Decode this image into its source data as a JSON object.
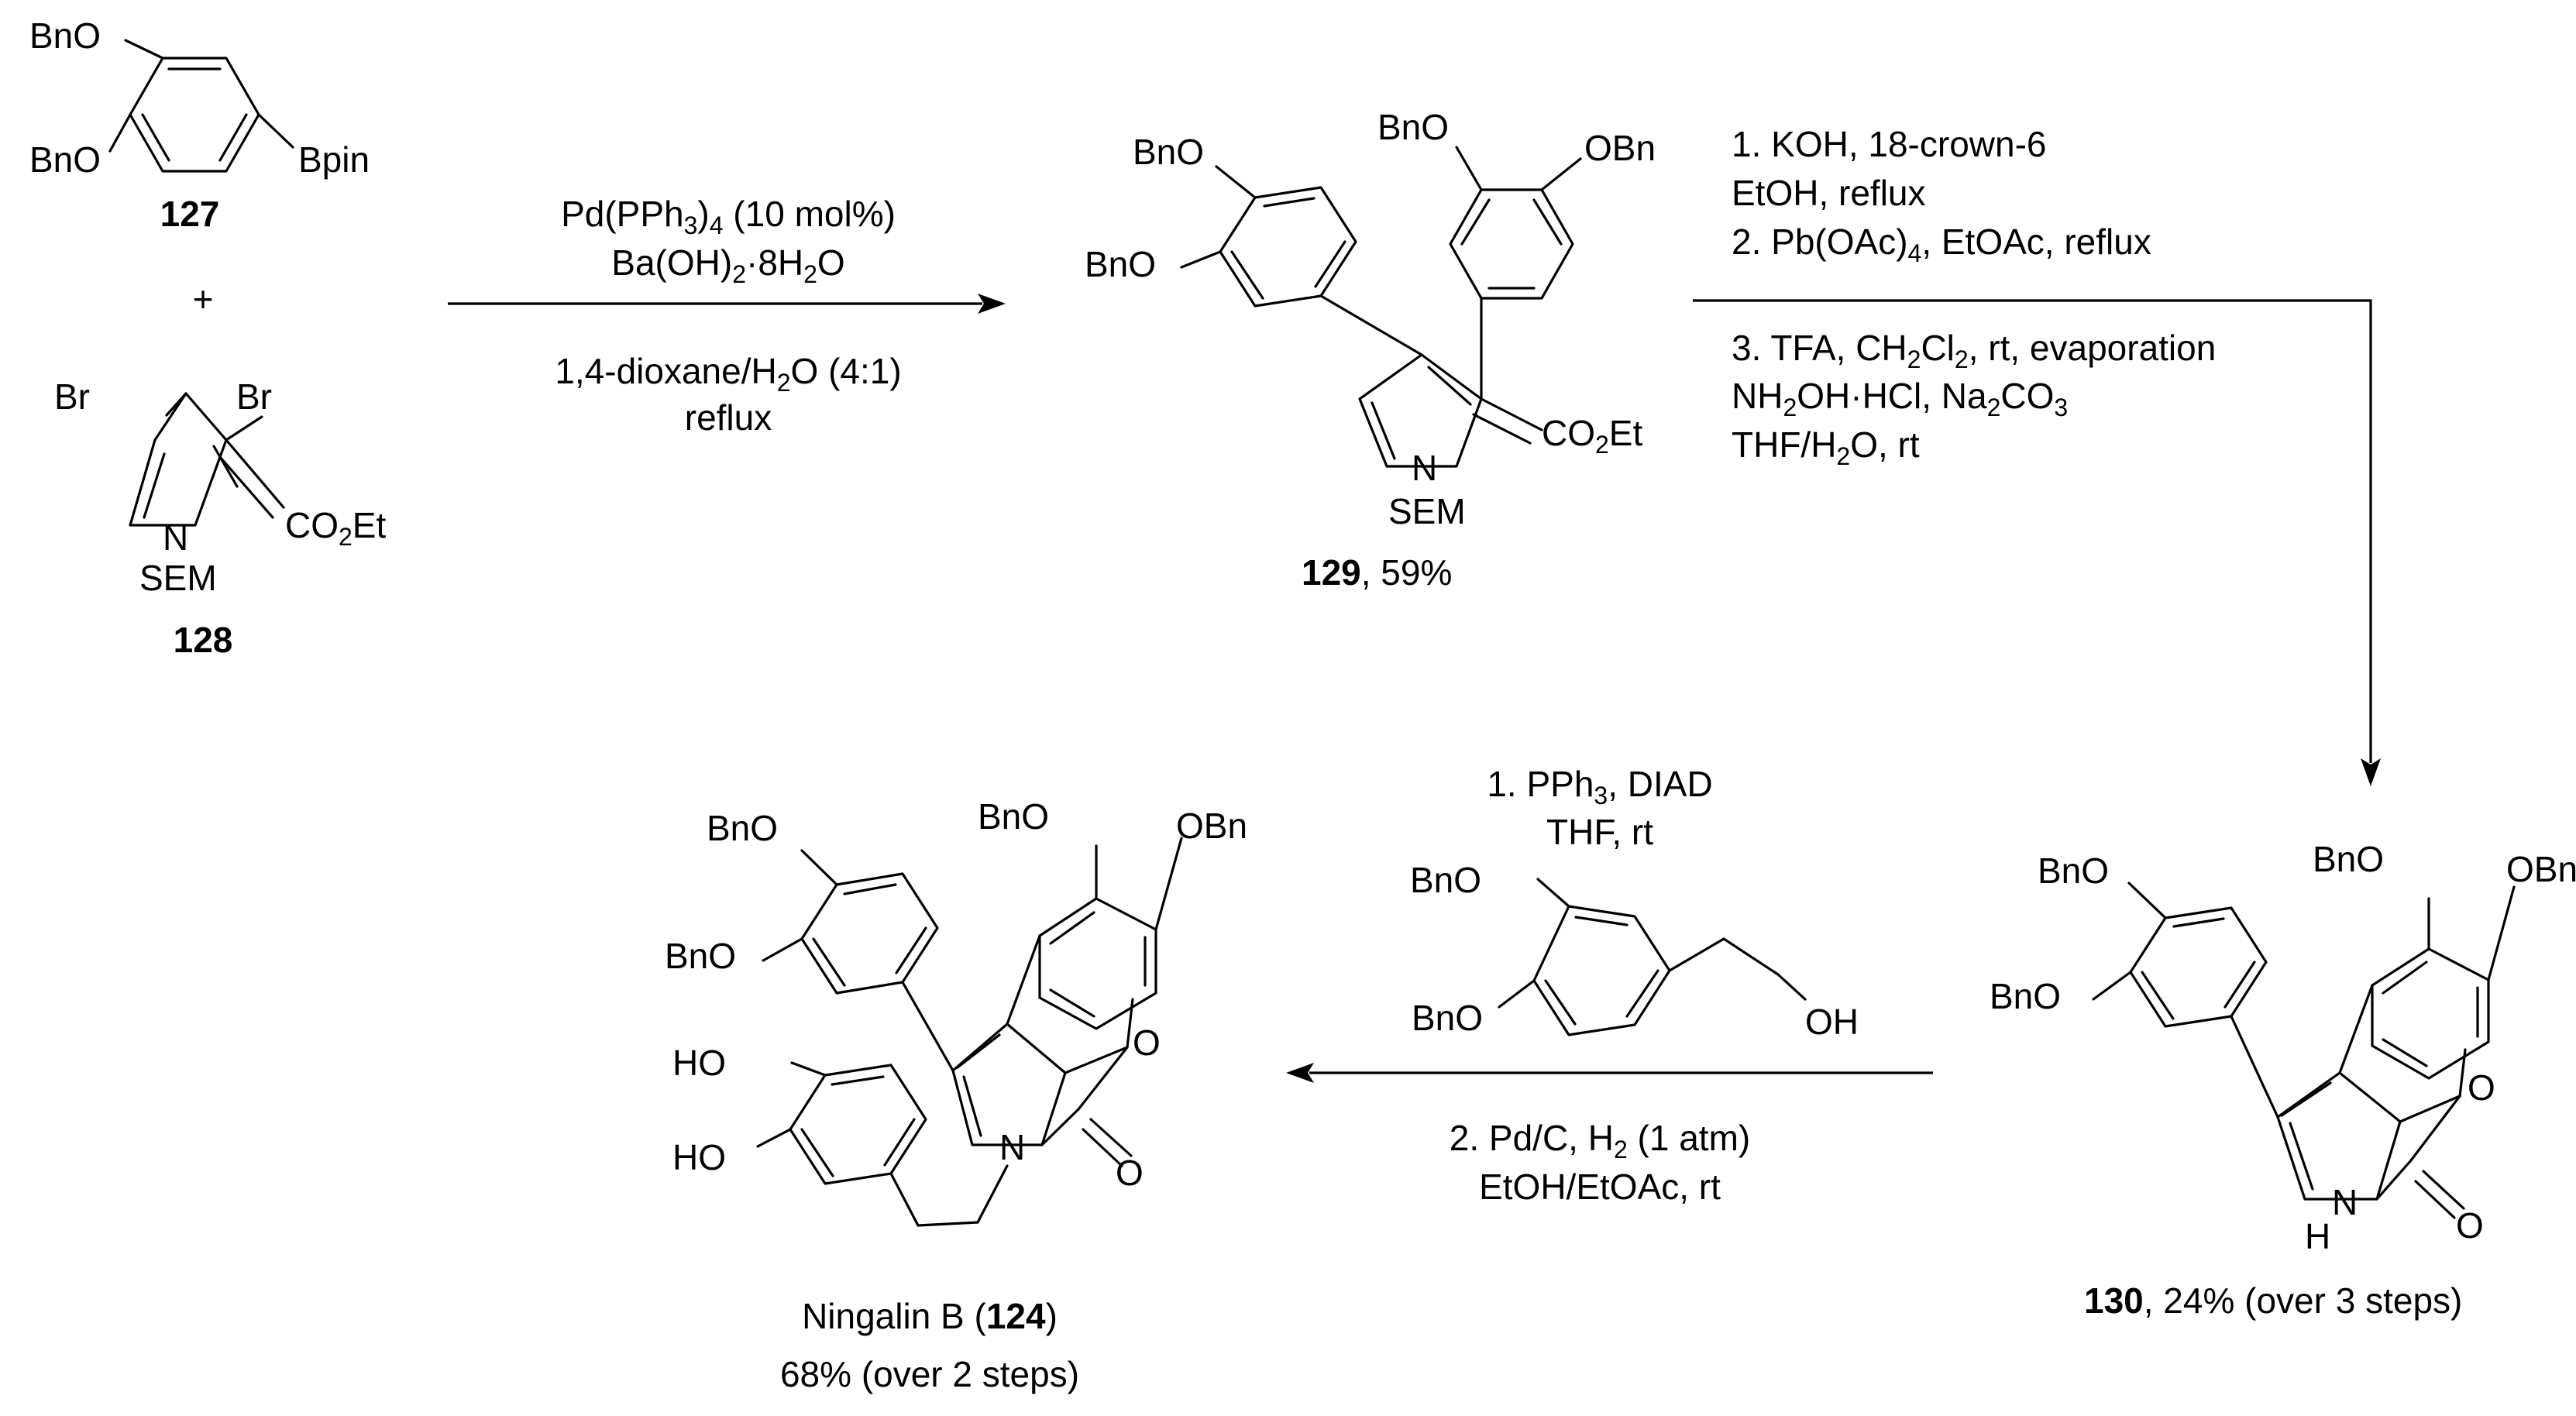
{
  "compounds": {
    "c127": {
      "number": "127",
      "labels": {
        "bno_top": "BnO",
        "bno_bottom": "BnO",
        "bpin": "Bpin"
      }
    },
    "plus": "+",
    "c128": {
      "number": "128",
      "labels": {
        "br_left": "Br",
        "br_right": "Br",
        "co2et": "CO2Et",
        "n": "N",
        "sem": "SEM"
      }
    },
    "c129": {
      "number": "129",
      "yield": ", 59%",
      "labels": {
        "bno_1": "BnO",
        "bno_2": "BnO",
        "bno_3": "BnO",
        "obn": "OBn",
        "co2et": "CO2Et",
        "n": "N",
        "sem": "SEM"
      }
    },
    "c130": {
      "number": "130",
      "yield": ", 24% (over 3 steps)",
      "labels": {
        "bno_1": "BnO",
        "bno_2": "BnO",
        "bno_3": "BnO",
        "obn": "OBn",
        "o_ring": "O",
        "o_carbonyl": "O",
        "nh": "N",
        "h": "H"
      }
    },
    "c124": {
      "name": "Ningalin B (",
      "number": "124",
      "close": ")",
      "yield": "68% (over 2 steps)",
      "labels": {
        "bno_1": "BnO",
        "bno_2": "BnO",
        "bno_3": "BnO",
        "obn": "OBn",
        "ho_1": "HO",
        "ho_2": "HO",
        "o_ring": "O",
        "o_carbonyl": "O",
        "n": "N"
      }
    }
  },
  "reagent_label": {
    "bno_1": "BnO",
    "bno_2": "BnO",
    "oh": "OH"
  },
  "conditions": {
    "step1": {
      "line1": "Pd(PPh3)4 (10 mol%)",
      "line2": "Ba(OH)2·8H2O",
      "line3": "1,4-dioxane/H2O (4:1)",
      "line4": "reflux"
    },
    "step2": {
      "line1": "1. KOH, 18-crown-6",
      "line2": "EtOH, reflux",
      "line3": "2. Pb(OAc)4, EtOAc, reflux",
      "line4": "3. TFA, CH2Cl2, rt, evaporation",
      "line5": "NH2OH·HCl, Na2CO3",
      "line6": "THF/H2O, rt"
    },
    "step3": {
      "line1": "1. PPh3, DIAD",
      "line2": "THF, rt",
      "line3": "2. Pd/C, H2 (1 atm)",
      "line4": "EtOH/EtOAc, rt"
    }
  }
}
